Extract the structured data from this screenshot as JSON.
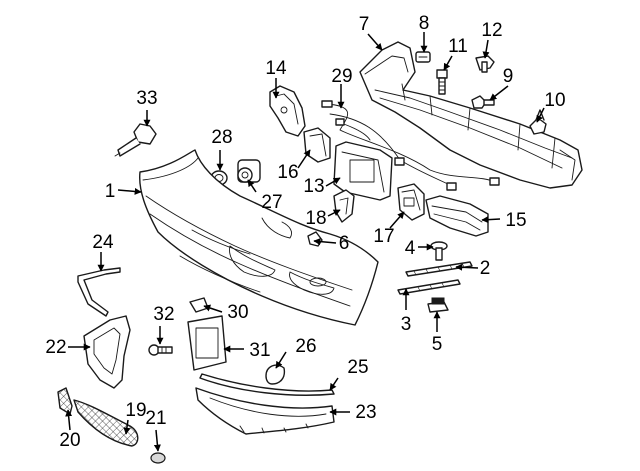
{
  "callouts": [
    {
      "id": "1"
    },
    {
      "id": "2"
    },
    {
      "id": "3"
    },
    {
      "id": "4"
    },
    {
      "id": "5"
    },
    {
      "id": "6"
    },
    {
      "id": "7"
    },
    {
      "id": "8"
    },
    {
      "id": "9"
    },
    {
      "id": "10"
    },
    {
      "id": "11"
    },
    {
      "id": "12"
    },
    {
      "id": "13"
    },
    {
      "id": "14"
    },
    {
      "id": "15"
    },
    {
      "id": "16"
    },
    {
      "id": "17"
    },
    {
      "id": "18"
    },
    {
      "id": "19"
    },
    {
      "id": "20"
    },
    {
      "id": "21"
    },
    {
      "id": "22"
    },
    {
      "id": "23"
    },
    {
      "id": "24"
    },
    {
      "id": "25"
    },
    {
      "id": "26"
    },
    {
      "id": "27"
    },
    {
      "id": "28"
    },
    {
      "id": "29"
    },
    {
      "id": "30"
    },
    {
      "id": "31"
    },
    {
      "id": "32"
    },
    {
      "id": "33"
    }
  ],
  "colors": {
    "ink": "#1a1a1a",
    "background": "#ffffff"
  }
}
